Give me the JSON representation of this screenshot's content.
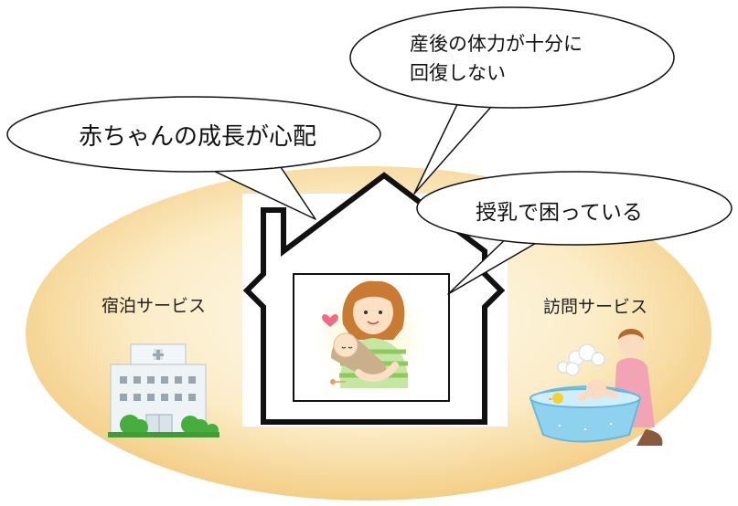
{
  "bubbles": {
    "baby_growth": "赤ちゃんの成長が心配",
    "recovery_line1": "産後の体力が十分に",
    "recovery_line2": "回復しない",
    "breastfeeding": "授乳で困っている"
  },
  "services": {
    "overnight": "宿泊サービス",
    "visit": "訪問サービス"
  },
  "colors": {
    "ellipse_center": "#fdf3dc",
    "ellipse_edge": "#f3cd83",
    "outline": "#111111",
    "hospital_wall": "#eef3f6",
    "tree": "#4bb443",
    "tub": "#8fd2ef",
    "caregiver_apron": "#f2a3b4",
    "mother_shirt": "#9bd06a",
    "heart": "#f06a86"
  },
  "icons": [
    "hospital-icon",
    "house-icon",
    "mother-baby-icon",
    "bath-caregiver-icon",
    "heart-icon"
  ]
}
